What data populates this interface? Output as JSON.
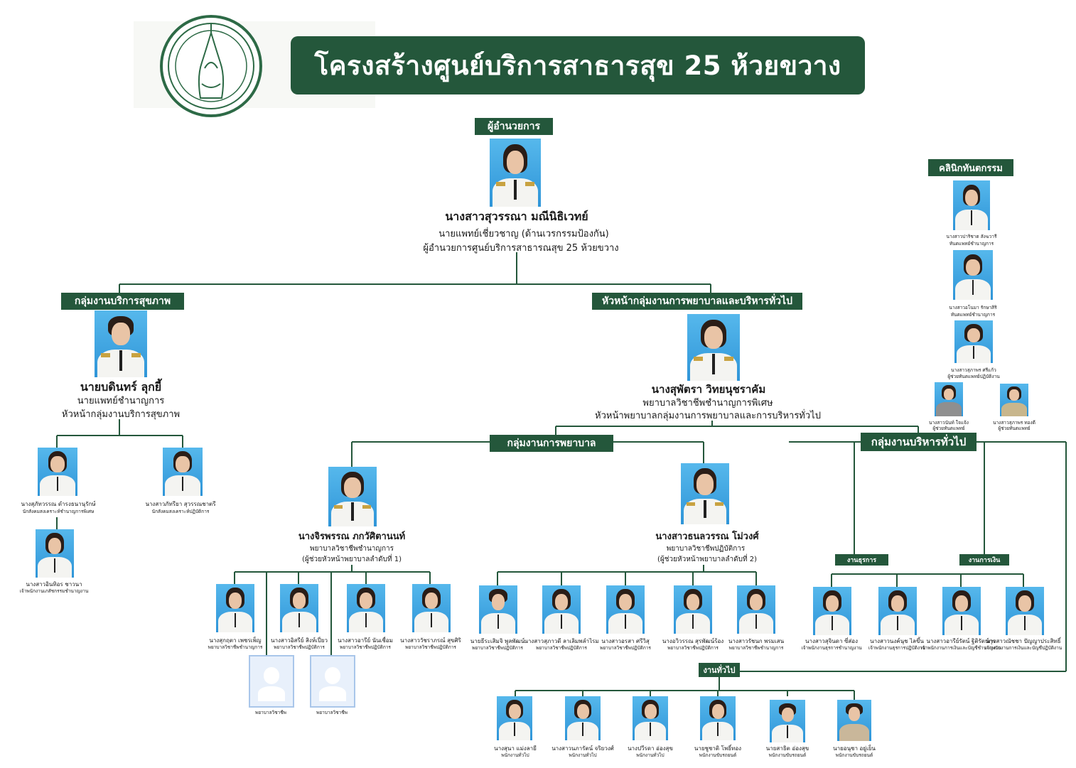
{
  "title": "โครงสร้างศูนย์บริการสาธารสุข 25 ห้วยขวาง",
  "colors": {
    "accent": "#24573b",
    "photo_bg": "#3aa6e4"
  },
  "director": {
    "header": "ผู้อำนวยการ",
    "name": "นางสาวสุวรรณา มณีนิธิเวทย์",
    "position": "นายแพทย์เชี่ยวชาญ (ด้านเวรกรรมป้องกัน)",
    "role": "ผู้อำนวยการศูนย์บริการสาธารณสุข 25 ห้วยขวาง"
  },
  "health_group": {
    "header": "กลุ่มงานบริการสุขภาพ",
    "head": {
      "name": "นายบดินทร์ ลุกยี้",
      "position": "นายแพทย์ชำนาญการ",
      "role": "หัวหน้ากลุ่มงานบริการสุขภาพ"
    },
    "members": [
      {
        "name": "นางสุภัทวรรณ ดำรงธนานุรักษ์",
        "position": "นักสังคมสงเคราะห์ชำนาญการพิเศษ"
      },
      {
        "name": "นางสาวภัทรียา สุวรรณชาตรี",
        "position": "นักสังคมสงเคราะห์ปฏิบัติการ"
      },
      {
        "name": "นางสาวอินทิอร ชาวนา",
        "position": "เจ้าพนักงานเภสัชกรรมชำนาญงาน"
      }
    ]
  },
  "nursing_admin": {
    "header": "หัวหน้ากลุ่มงานการพยาบาลและบริหารทั่วไป",
    "head": {
      "name": "นางสุพัตรา วิทยนุชราคัม",
      "position": "พยาบาลวิชาชีพชำนาญการพิเศษ",
      "role": "หัวหน้าพยาบาลกลุ่มงานการพยาบาลและการบริหารทั่วไป"
    }
  },
  "nursing_group": {
    "header": "กลุ่มงานการพยาบาล",
    "assistant1": {
      "name": "นางจิรพรรณ ภกวัศิตานนท์",
      "position": "พยาบาลวิชาชีพชำนาญการ",
      "role": "(ผู้ช่วยหัวหน้าพยาบาลลำดับที่ 1)"
    },
    "assistant2": {
      "name": "นางสาวธนลวรรณ โม่วงศ์",
      "position": "พยาบาลวิชาชีพปฏิบัติการ",
      "role": "(ผู้ช่วยหัวหน้าพยาบาลลำดับที่ 2)"
    },
    "team1": [
      {
        "name": "นางสุกฤตา เพชรเพ็ญ",
        "position": "พยาบาลวิชาชีพชำนาญการ"
      },
      {
        "name": "นางสาวอิสรีย์ สิงห์เปี่ยว",
        "position": "พยาบาลวิชาชีพปฏิบัติการ"
      },
      {
        "name": "นางสาวอารีย์ นันเชื่อม",
        "position": "พยาบาลวิชาชีพปฏิบัติการ"
      },
      {
        "name": "นางสาววัชราภรณ์ สุขศิริ",
        "position": "พยาบาลวิชาชีพปฏิบัติการ"
      }
    ],
    "vacant": [
      "พยาบาลวิชาชีพ",
      "พยาบาลวิชาชีพ"
    ],
    "team2": [
      {
        "name": "นายธีระเสิมจิ พูลพัฒน์",
        "position": "พยาบาลวิชาชีพปฏิบัติการ"
      },
      {
        "name": "นางสาวสุภาวดี ลาเลิมพลำไรม",
        "position": "พยาบาลวิชาชีพปฏิบัติการ"
      },
      {
        "name": "นางสาวอรสา ศรีวิสุ",
        "position": "พยาบาลวิชาชีพปฏิบัติการ"
      },
      {
        "name": "นางอวิวรรณ สุรพัฒน์ร้อง",
        "position": "พยาบาลวิชาชีพปฏิบัติการ"
      },
      {
        "name": "นางสาวรัชนก พรมเสน",
        "position": "พยาบาลวิชาชีพชำนาญการ"
      }
    ]
  },
  "admin_group": {
    "header": "กลุ่มงานบริหารทั่วไป",
    "supplies": {
      "header": "งานธุรการ",
      "members": [
        {
          "name": "นางสาวสุจินดา ซี่ส่อง",
          "position": "เจ้าพนักงานธุรการชำนาญงาน"
        },
        {
          "name": "นางสาวนงค์นุช ไลขึ้น",
          "position": "เจ้าพนักงานธุรการปฏิบัติงาน"
        }
      ]
    },
    "finance": {
      "header": "งานการเงิน",
      "members": [
        {
          "name": "นางสาวอารีย์รัตน์ ฐิติรัตน์กุร",
          "position": "เจ้าพนักงานการเงินและบัญชีชำนาญงาน"
        },
        {
          "name": "นางสาวณัชชา ปัญญาประสิทธิ์",
          "position": "เจ้าพนักงานการเงินและบัญชีปฏิบัติงาน"
        }
      ]
    },
    "general": {
      "header": "งานทั่วไป",
      "members": [
        {
          "name": "นางสุนา แม่งลายี",
          "position": "พนักงานทั่วไป"
        },
        {
          "name": "นางสาวนภารัตน์ จริยวงศ์",
          "position": "พนักงานทั่วไป"
        },
        {
          "name": "นางปวีรดา อ่องสุข",
          "position": "พนักงานทั่วไป"
        },
        {
          "name": "นายชูชาติ โพธิ์ทอง",
          "position": "พนักงานขับรถยนต์"
        },
        {
          "name": "นายสาธิต อ่องสุข",
          "position": "พนักงานขับรถยนต์"
        },
        {
          "name": "นายอนุชา อยู่เย็น",
          "position": "พนักงานขับรถยนต์"
        }
      ]
    }
  },
  "dental": {
    "header": "คลินิกทันตกรรม",
    "members": [
      {
        "name": "นางสาวปาริชาต สังฆวารี",
        "position": "ทันตแพทย์ชำนาญการ"
      },
      {
        "name": "นางสาวอโนมา รักษาสิริ",
        "position": "ทันตแพทย์ชำนาญการ"
      },
      {
        "name": "นางสาวสุภาพร ศรีแก้ว",
        "position": "ผู้ช่วยทันตแพทย์ปฏิบัติงาน"
      },
      {
        "name": "นางสาวนันท์ ใจแจ้ง",
        "position": "ผู้ช่วยทันตแพทย์"
      },
      {
        "name": "นางสาวสุภาพร ทองดี",
        "position": "ผู้ช่วยทันตแพทย์"
      }
    ]
  }
}
